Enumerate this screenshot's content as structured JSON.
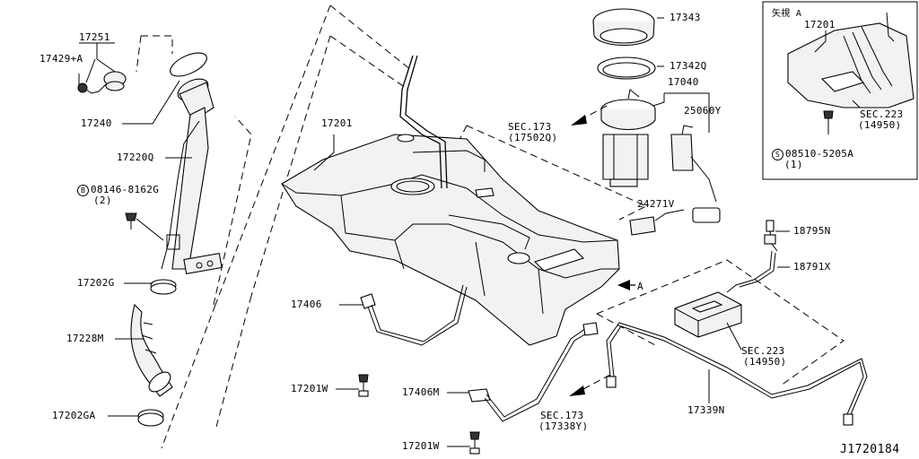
{
  "labels": {
    "p17251": "17251",
    "p17429a": "17429+A",
    "p17240": "17240",
    "p17220q": "17220Q",
    "bolt_code": "08146-8162G",
    "bolt_symbol": "B",
    "bolt_qty": "(2)",
    "p17202g": "17202G",
    "p17228m": "17228M",
    "p17202ga": "17202GA",
    "p17201": "17201",
    "p17406": "17406",
    "p17201w_a": "17201W",
    "p17406m": "17406M",
    "p17201w_b": "17201W",
    "sec173_a": "SEC.173",
    "sec173_a_ref": "(17502Q)",
    "sec173_b": "SEC.173",
    "sec173_b_ref": "(17338Y)",
    "p17343": "17343",
    "p17342q": "17342Q",
    "p17040": "17040",
    "p25060y": "25060Y",
    "p24271v": "24271V",
    "p18795n": "18795N",
    "p18791x": "18791X",
    "view_a": "A",
    "sec223_a": "SEC.223",
    "sec223_a_ref": "(14950)",
    "p17339n": "17339N",
    "inset_title": "矢視 A",
    "inset_17201": "17201",
    "inset_sec223": "SEC.223",
    "inset_sec223_ref": "(14950)",
    "screw_symbol": "S",
    "screw_code": "08510-5205A",
    "screw_qty": "(1)",
    "diagram_ref": "J1720184"
  },
  "colors": {
    "line": "#000000",
    "part_fill": "#f2f2f2",
    "background": "#ffffff"
  }
}
